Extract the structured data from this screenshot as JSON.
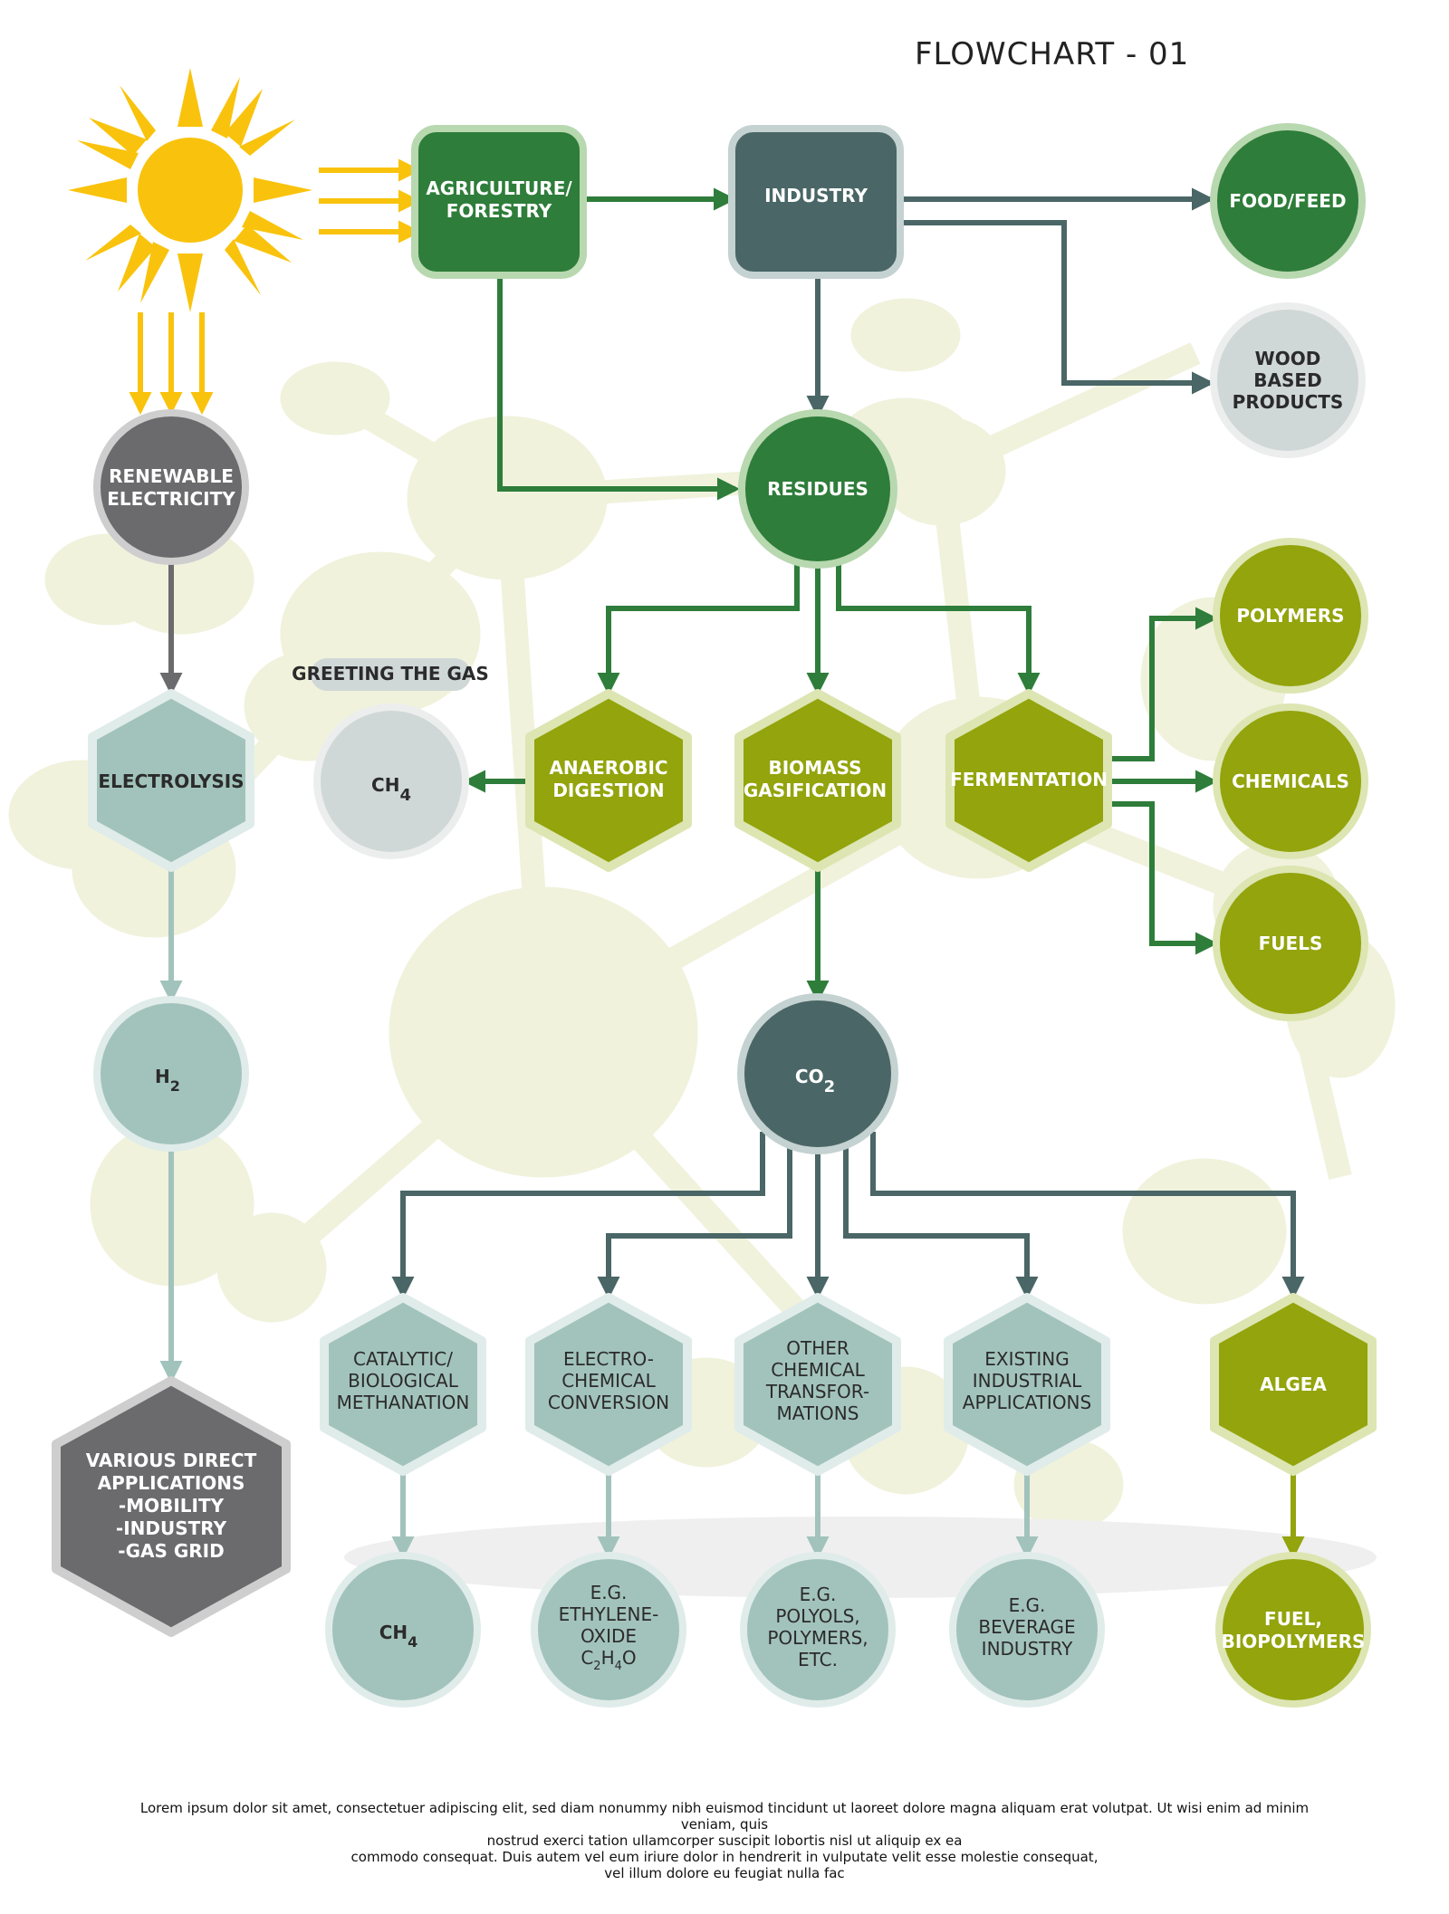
{
  "title": "FLOWCHART - 01",
  "nodes": {
    "agriculture": [
      "AGRICULTURE/",
      "FORESTRY"
    ],
    "industry": [
      "INDUSTRY"
    ],
    "food_feed": [
      "FOOD/FEED"
    ],
    "wood": [
      "WOOD",
      "BASED",
      "PRODUCTS"
    ],
    "renewable": [
      "RENEWABLE",
      "ELECTRICITY"
    ],
    "residues": [
      "RESIDUES"
    ],
    "greeting_tag": "GREETING THE GAS",
    "ch4_top": {
      "main": "CH",
      "sub": "4"
    },
    "electrolysis": [
      "ELECTROLYSIS"
    ],
    "anaerobic": [
      "ANAEROBIC",
      "DIGESTION"
    ],
    "biomass": [
      "BIOMASS",
      "GASIFICATION"
    ],
    "fermentation": [
      "FERMENTATION"
    ],
    "polymers": [
      "POLYMERS"
    ],
    "chemicals": [
      "CHEMICALS"
    ],
    "fuels": [
      "FUELS"
    ],
    "h2": {
      "main": "H",
      "sub": "2"
    },
    "co2": {
      "main": "CO",
      "sub": "2"
    },
    "various": [
      "VARIOUS DIRECT",
      "APPLICATIONS",
      "-MOBILITY",
      "-INDUSTRY",
      "-GAS GRID"
    ],
    "catalytic": [
      "CATALYTIC/",
      "BIOLOGICAL",
      "METHANATION"
    ],
    "electrochemical": [
      "ELECTRO-",
      "CHEMICAL",
      "CONVERSION"
    ],
    "other_chemical": [
      "OTHER",
      "CHEMICAL",
      "TRANSFOR-",
      "MATIONS"
    ],
    "existing": [
      "EXISTING",
      "INDUSTRIAL",
      "APPLICATIONS"
    ],
    "algea": [
      "ALGEA"
    ],
    "ch4_bottom": {
      "main": "CH",
      "sub": "4"
    },
    "ethylene": {
      "lines": [
        "E.G.",
        "ETHYLENE-",
        "OXIDE"
      ],
      "formula": [
        "C",
        "2",
        "H",
        "4",
        "O"
      ]
    },
    "polyols": [
      "E.G.",
      "POLYOLS,",
      "POLYMERS,",
      "ETC."
    ],
    "beverage": [
      "E.G.",
      "BEVERAGE",
      "INDUSTRY"
    ],
    "fuel_bio": [
      "FUEL,",
      "BIOPOLYMERS"
    ]
  },
  "footer": [
    "Lorem ipsum dolor sit amet, consectetuer adipiscing elit, sed diam nonummy nibh euismod tincidunt ut laoreet dolore magna aliquam erat volutpat. Ut wisi enim ad minim veniam, quis",
    "nostrud exerci tation ullamcorper suscipit lobortis nisl ut aliquip ex ea",
    "commodo consequat. Duis autem vel eum iriure dolor in hendrerit in vulputate velit esse molestie consequat,",
    "vel illum dolore eu feugiat nulla fac"
  ],
  "colors": {
    "dark_green": "#2e7d3a",
    "slate": "#4a6666",
    "olive": "#93a40c",
    "pale_teal": "#a2c3bc",
    "dark_gray": "#6b6a6c",
    "light_gray": "#d0d8d7",
    "sun": "#f9c30d",
    "watermark": "#f0f2dc"
  }
}
